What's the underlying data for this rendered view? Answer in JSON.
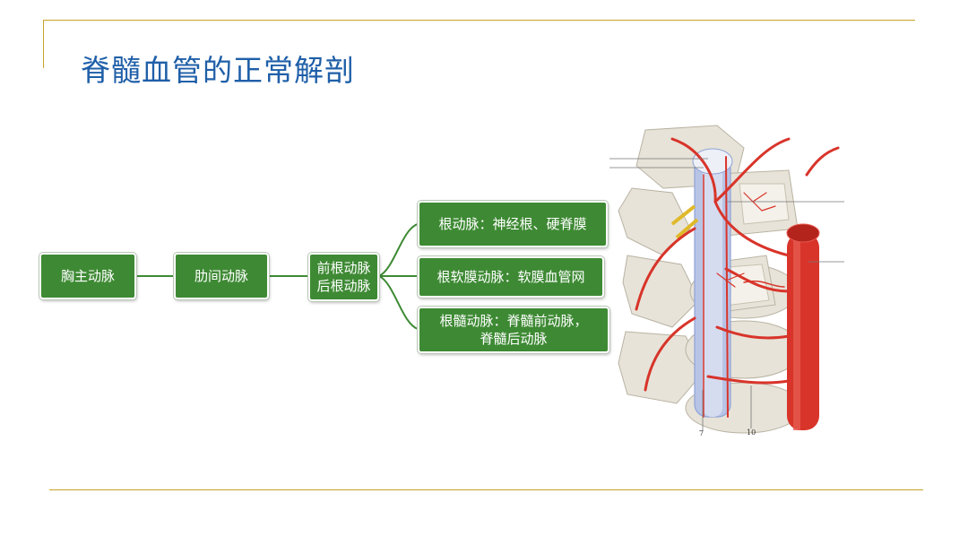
{
  "slide": {
    "title": "脊髓血管的正常解剖"
  },
  "diagram": {
    "nodes": {
      "thoracic_aorta": "胸主动脉",
      "intercostal_artery": "肋间动脉",
      "root_arteries_line1": "前根动脉",
      "root_arteries_line2": "后根动脉",
      "radicular_artery": "根动脉：神经根、硬脊膜",
      "radicular_pial_artery": "根软膜动脉：软膜血管网",
      "radiculomedullary_line1": "根髓动脉：脊髓前动脉，",
      "radiculomedullary_line2": "脊髓后动脉"
    },
    "colors": {
      "node_fill": "#3e8a34",
      "connector": "#3e8a34",
      "title": "#1f5fa8",
      "frame_line": "#c9a227",
      "artery_red": "#d8342a",
      "vein_blue": "#8fa3d6",
      "bone": "#e7e3d8"
    }
  },
  "illustration": {
    "label_numbers": [
      "7",
      "10"
    ]
  }
}
